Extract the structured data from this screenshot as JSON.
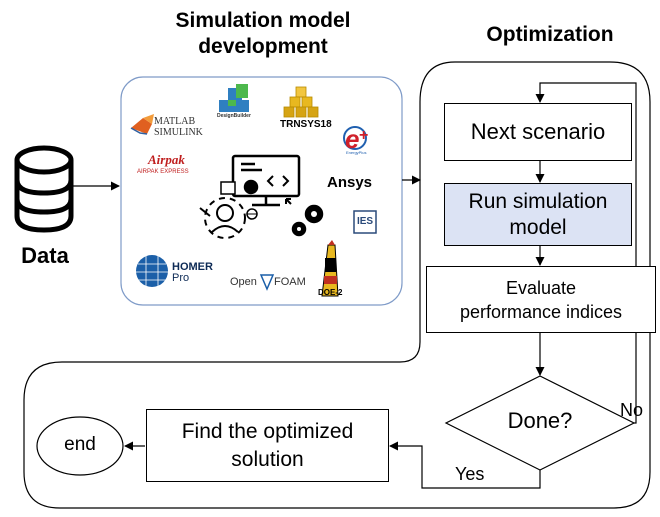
{
  "headings": {
    "simulation_line1": "Simulation model",
    "simulation_line2": "development",
    "optimization": "Optimization"
  },
  "data_label": "Data",
  "tools": {
    "matlab_line1": "MATLAB",
    "matlab_line2": "SIMULINK",
    "designbuilder": "DesignBuilder",
    "trnsys": "TRNSYS18",
    "energyplus": "EnergyPlus",
    "airpak_logo": "Airpak",
    "airpak_sub": "AIRPAK EXPRESS",
    "ansys": "Ansys",
    "ies": "IES",
    "homer_line1": "HOMER",
    "homer_line2": "Pro",
    "openfoam_left": "Open",
    "openfoam_right": "FOAM",
    "doe2": "DOE-2"
  },
  "steps": {
    "next_scenario": "Next scenario",
    "run_sim_line1": "Run simulation",
    "run_sim_line2": "model",
    "evaluate_line1": "Evaluate",
    "evaluate_line2": "performance indices",
    "done": "Done?",
    "find_line1": "Find the optimized",
    "find_line2": "solution",
    "end": "end"
  },
  "branch_labels": {
    "no": "No",
    "yes": "Yes"
  },
  "colors": {
    "run_box_fill": "#dce3f4",
    "sim_panel_border": "#7f9bc8",
    "trnsys_gold": "#e8b820",
    "energyplus_red": "#d0202a",
    "designbuilder_green": "#4db84d",
    "designbuilder_blue": "#2f7fc1",
    "homer_blue": "#1b5fa8",
    "ansys_yellow": "#f6b800"
  }
}
